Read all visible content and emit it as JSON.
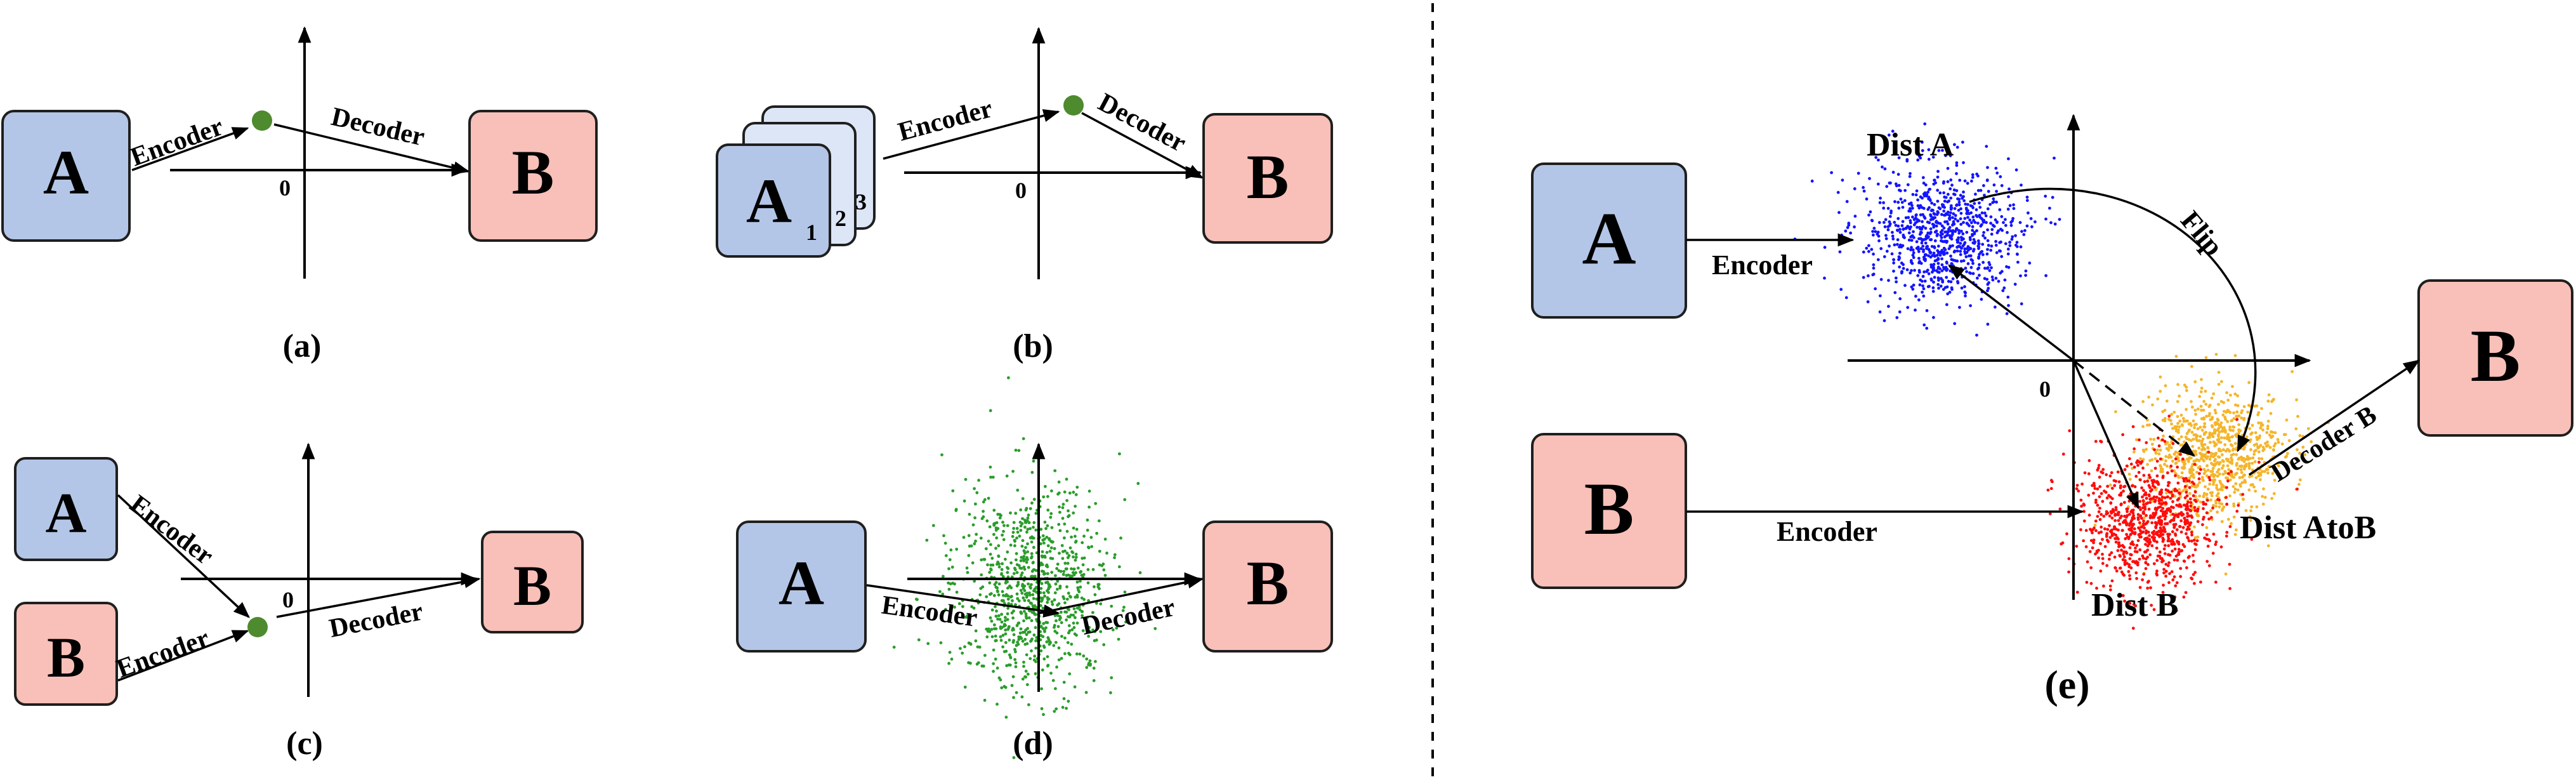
{
  "colors": {
    "box_a": "#b4c6e7",
    "box_b": "#f8c0b8",
    "point": "#4e8a2e",
    "stack_light": "#dde6f6",
    "dist_a": "#1414ff",
    "dist_b": "#ff0c0c",
    "dist_atob": "#f5b52a",
    "scatter_d": "#2a9d2a"
  },
  "labels": {
    "box_a": "A",
    "box_b": "B",
    "encoder": "Encoder",
    "decoder": "Decoder",
    "decoder_b": "Decoder B",
    "origin": "0",
    "stack_1": "1",
    "stack_2": "2",
    "stack_3": "3",
    "dist_a": "Dist A",
    "dist_b": "Dist B",
    "dist_atob": "Dist AtoB",
    "flip": "Flip"
  },
  "captions": {
    "a": "(a)",
    "b": "(b)",
    "c": "(c)",
    "d": "(d)",
    "e": "(e)"
  }
}
